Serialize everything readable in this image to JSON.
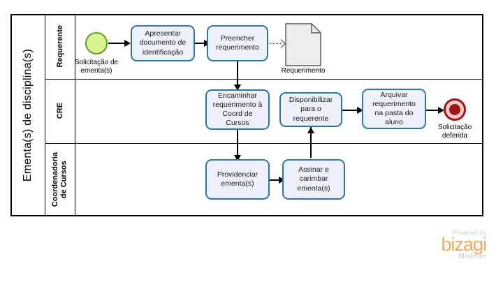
{
  "pool": {
    "title": "Ementa(s) de disciplina(s)"
  },
  "lanes": [
    {
      "id": "requerente",
      "label": "Requerente"
    },
    {
      "id": "cre",
      "label": "CRE"
    },
    {
      "id": "coordenadoria",
      "label": "Coordenadoria\nde Cursos"
    }
  ],
  "events": {
    "start": {
      "name": "start-event",
      "label": "Solicitação de\nementa(s)",
      "fill": "#d8f58f",
      "stroke": "#5c9e23"
    },
    "end": {
      "name": "end-event",
      "label": "Solicitação\ndeferida",
      "fill": "#9e1515",
      "stroke": "#9e1515"
    }
  },
  "tasks": [
    {
      "id": "apresentar",
      "lane": "requerente",
      "label": "Apresentar\ndocumento de\nidentificação"
    },
    {
      "id": "preencher",
      "lane": "requerente",
      "label": "Preencher\nrequerimento"
    },
    {
      "id": "encaminhar",
      "lane": "cre",
      "label": "Encaminhar\nrequerimento à\nCoord de\nCursos"
    },
    {
      "id": "disponibilizar",
      "lane": "cre",
      "label": "Disponibilizar\npara o\nrequerente"
    },
    {
      "id": "arquivar",
      "lane": "cre",
      "label": "Arquivar\nrequerimento\nna pasta do\naluno"
    },
    {
      "id": "providenciar",
      "lane": "coordenadoria",
      "label": "Providenciar\nementa(s)"
    },
    {
      "id": "assinar",
      "lane": "coordenadoria",
      "label": "Assinar e\ncarimbar\nementa(s)"
    }
  ],
  "artifacts": [
    {
      "id": "requerimento-doc",
      "label": "Requerimento"
    }
  ],
  "flows": [
    {
      "from": "start-event",
      "to": "apresentar"
    },
    {
      "from": "apresentar",
      "to": "preencher"
    },
    {
      "from": "preencher",
      "to": "requerimento-doc",
      "type": "association"
    },
    {
      "from": "preencher",
      "to": "encaminhar"
    },
    {
      "from": "encaminhar",
      "to": "providenciar"
    },
    {
      "from": "providenciar",
      "to": "assinar"
    },
    {
      "from": "assinar",
      "to": "disponibilizar"
    },
    {
      "from": "disponibilizar",
      "to": "arquivar"
    },
    {
      "from": "arquivar",
      "to": "end-event"
    }
  ],
  "watermark": {
    "powered_by": "Powered by",
    "brand": "bizagi",
    "product": "Modeler"
  },
  "colors": {
    "task_fill": "#edf1fc",
    "task_stroke": "#2e74a8",
    "pool_stroke": "#000000",
    "brand_orange": "#f5a95c"
  }
}
